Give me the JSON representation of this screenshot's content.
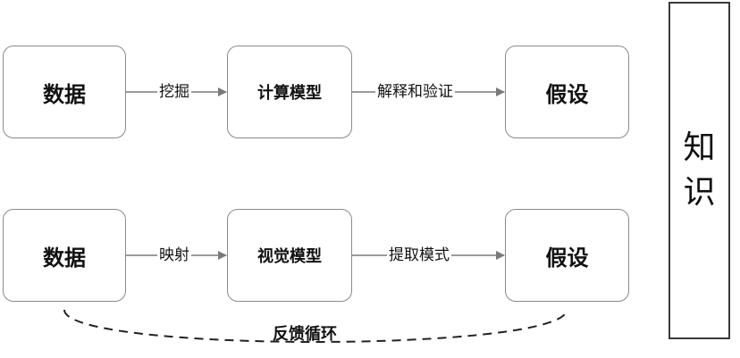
{
  "row1": {
    "data": "数据",
    "edge1": "挖掘",
    "model": "计算模型",
    "edge2": "解释和验证",
    "hypothesis": "假设"
  },
  "row2": {
    "data": "数据",
    "edge1": "映射",
    "model": "视觉模型",
    "edge2": "提取模式",
    "hypothesis": "假设"
  },
  "loop_label": "反馈循环",
  "knowledge": {
    "char1": "知",
    "char2": "识"
  }
}
